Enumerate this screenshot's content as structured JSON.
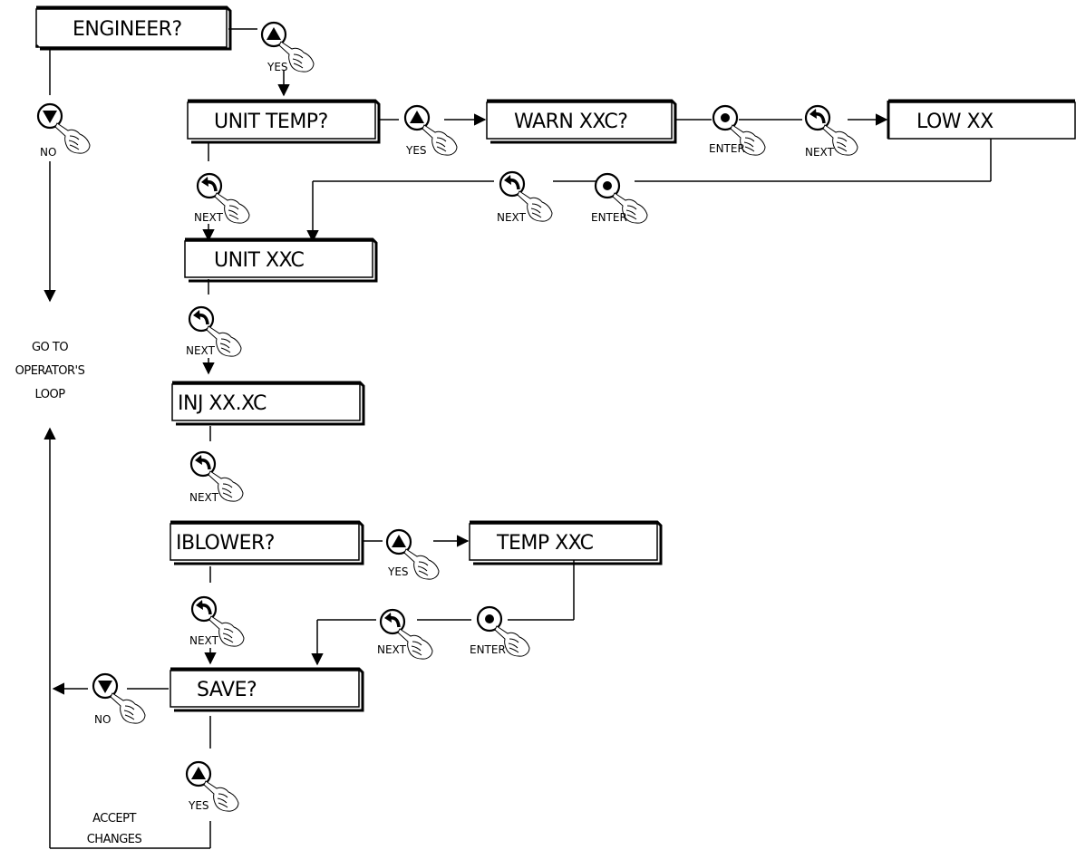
{
  "boxes": {
    "engineer": "ENGINEER?",
    "unit_temp": "UNIT TEMP?",
    "warn": "WARN XXC?",
    "low": "LOW XX",
    "unit_xxc": "UNIT XXC",
    "inj": "INJ XX.XC",
    "iblower": "IBLOWER?",
    "temp": "TEMP XXC",
    "save": "SAVE?"
  },
  "labels": {
    "yes": "YES",
    "no": "NO",
    "next": "NEXT",
    "enter": "ENTER"
  },
  "side": {
    "goto_line1": "GO TO",
    "goto_line2": "OPERATOR'S",
    "goto_line3": "LOOP",
    "accept_line1": "ACCEPT",
    "accept_line2": "CHANGES"
  },
  "icons": {
    "up": "up-arrow-button-icon",
    "down": "down-arrow-button-icon",
    "enter": "enter-dot-button-icon",
    "next": "next-curved-arrow-button-icon",
    "hand": "pointing-hand-icon"
  }
}
